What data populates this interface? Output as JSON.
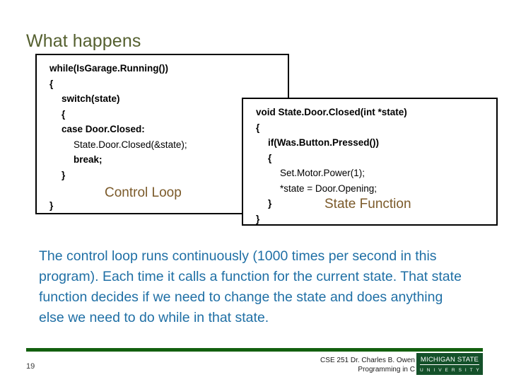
{
  "slide": {
    "title": "What happens",
    "page_number": "19"
  },
  "control_loop_box": {
    "label": "Control Loop",
    "lines": [
      {
        "text": "while(IsGarage.Running())",
        "indent": 0,
        "bold": true
      },
      {
        "text": "{",
        "indent": 0,
        "bold": true
      },
      {
        "text": "switch(state)",
        "indent": 1,
        "bold": true
      },
      {
        "text": "{",
        "indent": 1,
        "bold": true
      },
      {
        "text": "case Door.Closed:",
        "indent": 1,
        "bold": true
      },
      {
        "text": "State.Door.Closed(&state);",
        "indent": 2,
        "bold": false
      },
      {
        "text": "break;",
        "indent": 2,
        "bold": true
      },
      {
        "text": "}",
        "indent": 1,
        "bold": true
      },
      {
        "text": "",
        "indent": 0,
        "bold": true
      },
      {
        "text": "}",
        "indent": 0,
        "bold": true
      }
    ]
  },
  "state_function_box": {
    "label": "State Function",
    "lines": [
      {
        "text": "void State.Door.Closed(int *state)",
        "indent": 0,
        "bold": true
      },
      {
        "text": "{",
        "indent": 0,
        "bold": true
      },
      {
        "text": "if(Was.Button.Pressed())",
        "indent": 1,
        "bold": true
      },
      {
        "text": "{",
        "indent": 1,
        "bold": true
      },
      {
        "text": "Set.Motor.Power(1);",
        "indent": 2,
        "bold": false
      },
      {
        "text": "*state = Door.Opening;",
        "indent": 2,
        "bold": false
      },
      {
        "text": "}",
        "indent": 1,
        "bold": true
      },
      {
        "text": "}",
        "indent": 0,
        "bold": true
      }
    ]
  },
  "body": {
    "paragraph": "The control loop runs continuously (1000 times per second in this program). Each time it calls a function for the current state. That state function decides if we need to change the state and does anything else we need to do while in that state."
  },
  "footer": {
    "credit_line_1": "CSE 251 Dr. Charles B. Owen",
    "credit_line_2": "Programming in C",
    "logo_top": "MICHIGAN STATE",
    "logo_bottom": "U N I V E R S I T Y"
  },
  "colors": {
    "title": "#55602F",
    "callout": "#7B5A2A",
    "body_text": "#1F6FA5",
    "footer_rule": "#13600F",
    "logo_bg": "#14512A"
  }
}
